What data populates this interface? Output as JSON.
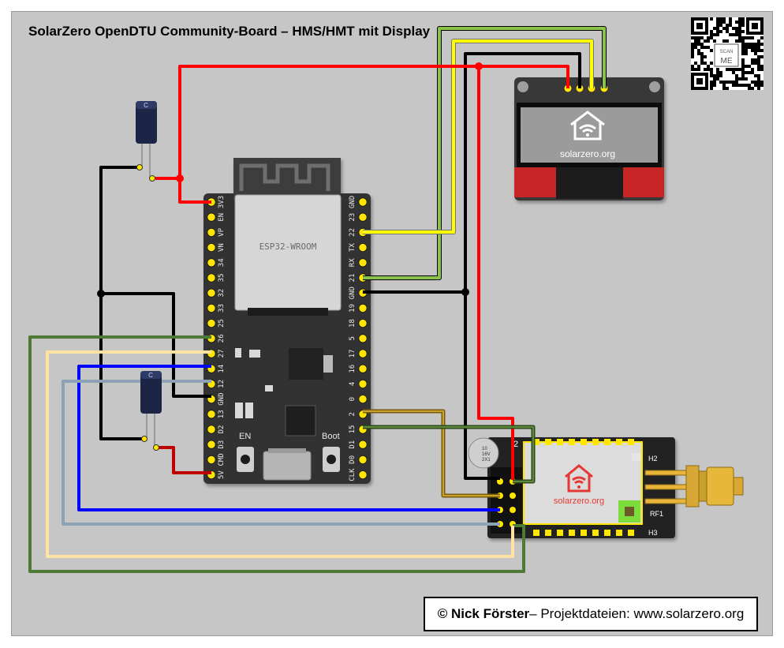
{
  "title": "SolarZero OpenDTU Community-Board – HMS/HMT mit Display",
  "credit": {
    "author": "© Nick Förster",
    "rest": " – Projektdateien: www.solarzero.org"
  },
  "qr": {
    "scan_label": "SCAN",
    "me_label": "ME"
  },
  "esp32": {
    "module_label": "ESP32-WROOM",
    "en_label": "EN",
    "boot_label": "Boot",
    "left_pins": [
      "3V3",
      "EN",
      "VP",
      "VN",
      "34",
      "35",
      "32",
      "33",
      "25",
      "26",
      "27",
      "14",
      "12",
      "GND",
      "13",
      "D2",
      "D3",
      "CMD",
      "5V"
    ],
    "right_pins": [
      "GND",
      "23",
      "22",
      "TX",
      "RX",
      "21",
      "GND",
      "19",
      "18",
      "5",
      "17",
      "16",
      "4",
      "0",
      "2",
      "15",
      "D1",
      "D0",
      "CLK"
    ]
  },
  "oled": {
    "logo_text": "solarzero.org"
  },
  "capacitor": {
    "mark": "C"
  },
  "small_cap": {
    "text_1": "10",
    "text_2": "16V",
    "text_3": "2X1"
  },
  "rf_module": {
    "logo_text": "solarzero.org",
    "labels": [
      "H2",
      "RF1",
      "H3"
    ],
    "header_mark": "2"
  },
  "colors": {
    "red": "#ff0000",
    "black": "#000000",
    "yellow": "#ffff00",
    "green_light": "#8bc34a",
    "blue": "#0000ff",
    "steel": "#8ea2b6",
    "cream": "#ffe3a3",
    "olive": "#4e7a35",
    "dark_red": "#c00000",
    "gold": "#c9a227",
    "pin_yellow": "#ffe600"
  }
}
